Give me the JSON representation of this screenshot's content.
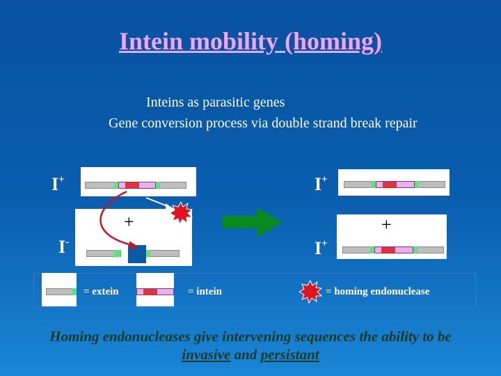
{
  "title": "Intein mobility (homing)",
  "subtitle_lines": [
    "Inteins as parasitic genes",
    "Gene conversion process via double strand break repair"
  ],
  "diagram": {
    "label_i_plus": "I",
    "label_i_minus": "I",
    "sup_plus": "+",
    "sup_minus": "-",
    "plus_sign": "+"
  },
  "legend": {
    "extein": "= extein",
    "intein": "=  intein",
    "endonuclease": "= homing endonuclease"
  },
  "bottom": {
    "line1": "Homing endonucleases give intervening sequences the ability to be",
    "invasive": "invasive",
    "and": " and ",
    "persistant": "persistant"
  },
  "colors": {
    "title": "#f2a4ee",
    "intein_core": "#e8303c",
    "intein": "#eab0ee",
    "extein": "#bdbdbd",
    "junction": "#5ee07a"
  }
}
